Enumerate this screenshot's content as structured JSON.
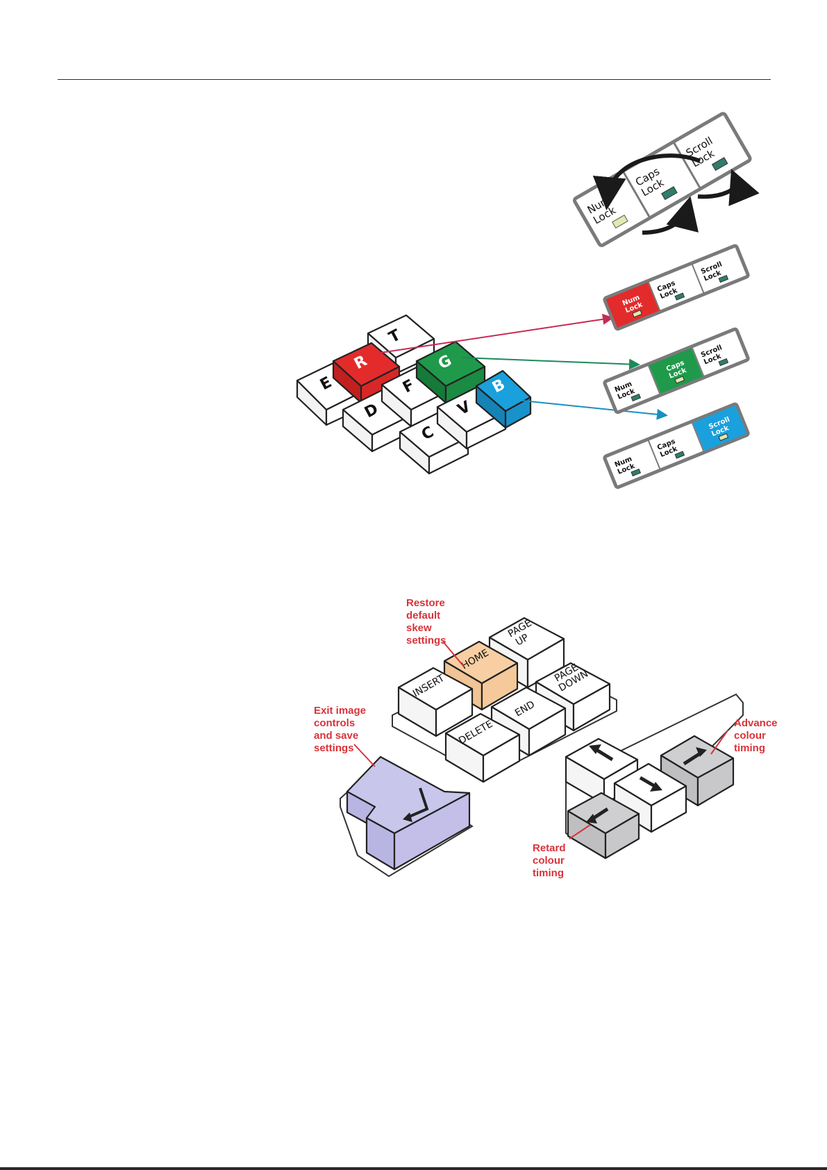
{
  "colors": {
    "red": "#e32b2b",
    "green": "#1f9a4a",
    "blue": "#1aa0dc",
    "home": "#f8cfa2",
    "enter": "#c9c6ec",
    "grey_key": "#cfcfd1",
    "label_red": "#d8333a",
    "led_dark": "#2f7d6b",
    "led_light": "#dfe9b0"
  },
  "indicator_cycle": {
    "num_lock": [
      "Num",
      "Lock"
    ],
    "caps_lock": [
      "Caps",
      "Lock"
    ],
    "scroll_lock": [
      "Scroll",
      "Lock"
    ]
  },
  "rgb_keys": {
    "keys": [
      "E",
      "R",
      "T",
      "D",
      "F",
      "G",
      "C",
      "V",
      "B"
    ],
    "panels": {
      "num_lock": [
        "Num",
        "Lock"
      ],
      "caps_lock": [
        "Caps",
        "Lock"
      ],
      "scroll_lock": [
        "Scroll",
        "Lock"
      ]
    }
  },
  "nav_keys": {
    "home": "HOME",
    "page_up": [
      "PAGE",
      "UP"
    ],
    "page_down": [
      "PAGE",
      "DOWN"
    ],
    "insert": "INSERT",
    "delete": "DELETE",
    "end": "END"
  },
  "labels": {
    "restore": [
      "Restore",
      "default",
      "skew",
      "settings"
    ],
    "exit": [
      "Exit image",
      "controls",
      "and save",
      "settings"
    ],
    "advance": [
      "Advance",
      "colour",
      "timing"
    ],
    "retard": [
      "Retard",
      "colour",
      "timing"
    ]
  }
}
